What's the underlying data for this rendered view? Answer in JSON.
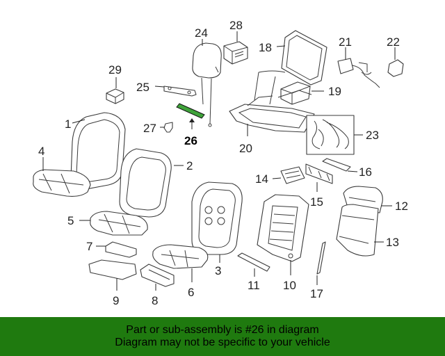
{
  "highlight_color": "#3fa33a",
  "banner_color": "#1f7a0f",
  "callouts": {
    "n1": "1",
    "n2": "2",
    "n3": "3",
    "n4": "4",
    "n5": "5",
    "n6": "6",
    "n7": "7",
    "n8": "8",
    "n9": "9",
    "n10": "10",
    "n11": "11",
    "n12": "12",
    "n13": "13",
    "n14": "14",
    "n15": "15",
    "n16": "16",
    "n17": "17",
    "n18": "18",
    "n19": "19",
    "n20": "20",
    "n21": "21",
    "n22": "22",
    "n23": "23",
    "n24": "24",
    "n25": "25",
    "n26": "26",
    "n27": "27",
    "n28": "28",
    "n29": "29"
  },
  "banner": {
    "line1": "Part or sub-assembly is #26 in diagram",
    "line2": "Diagram may not be specific to your vehicle"
  }
}
